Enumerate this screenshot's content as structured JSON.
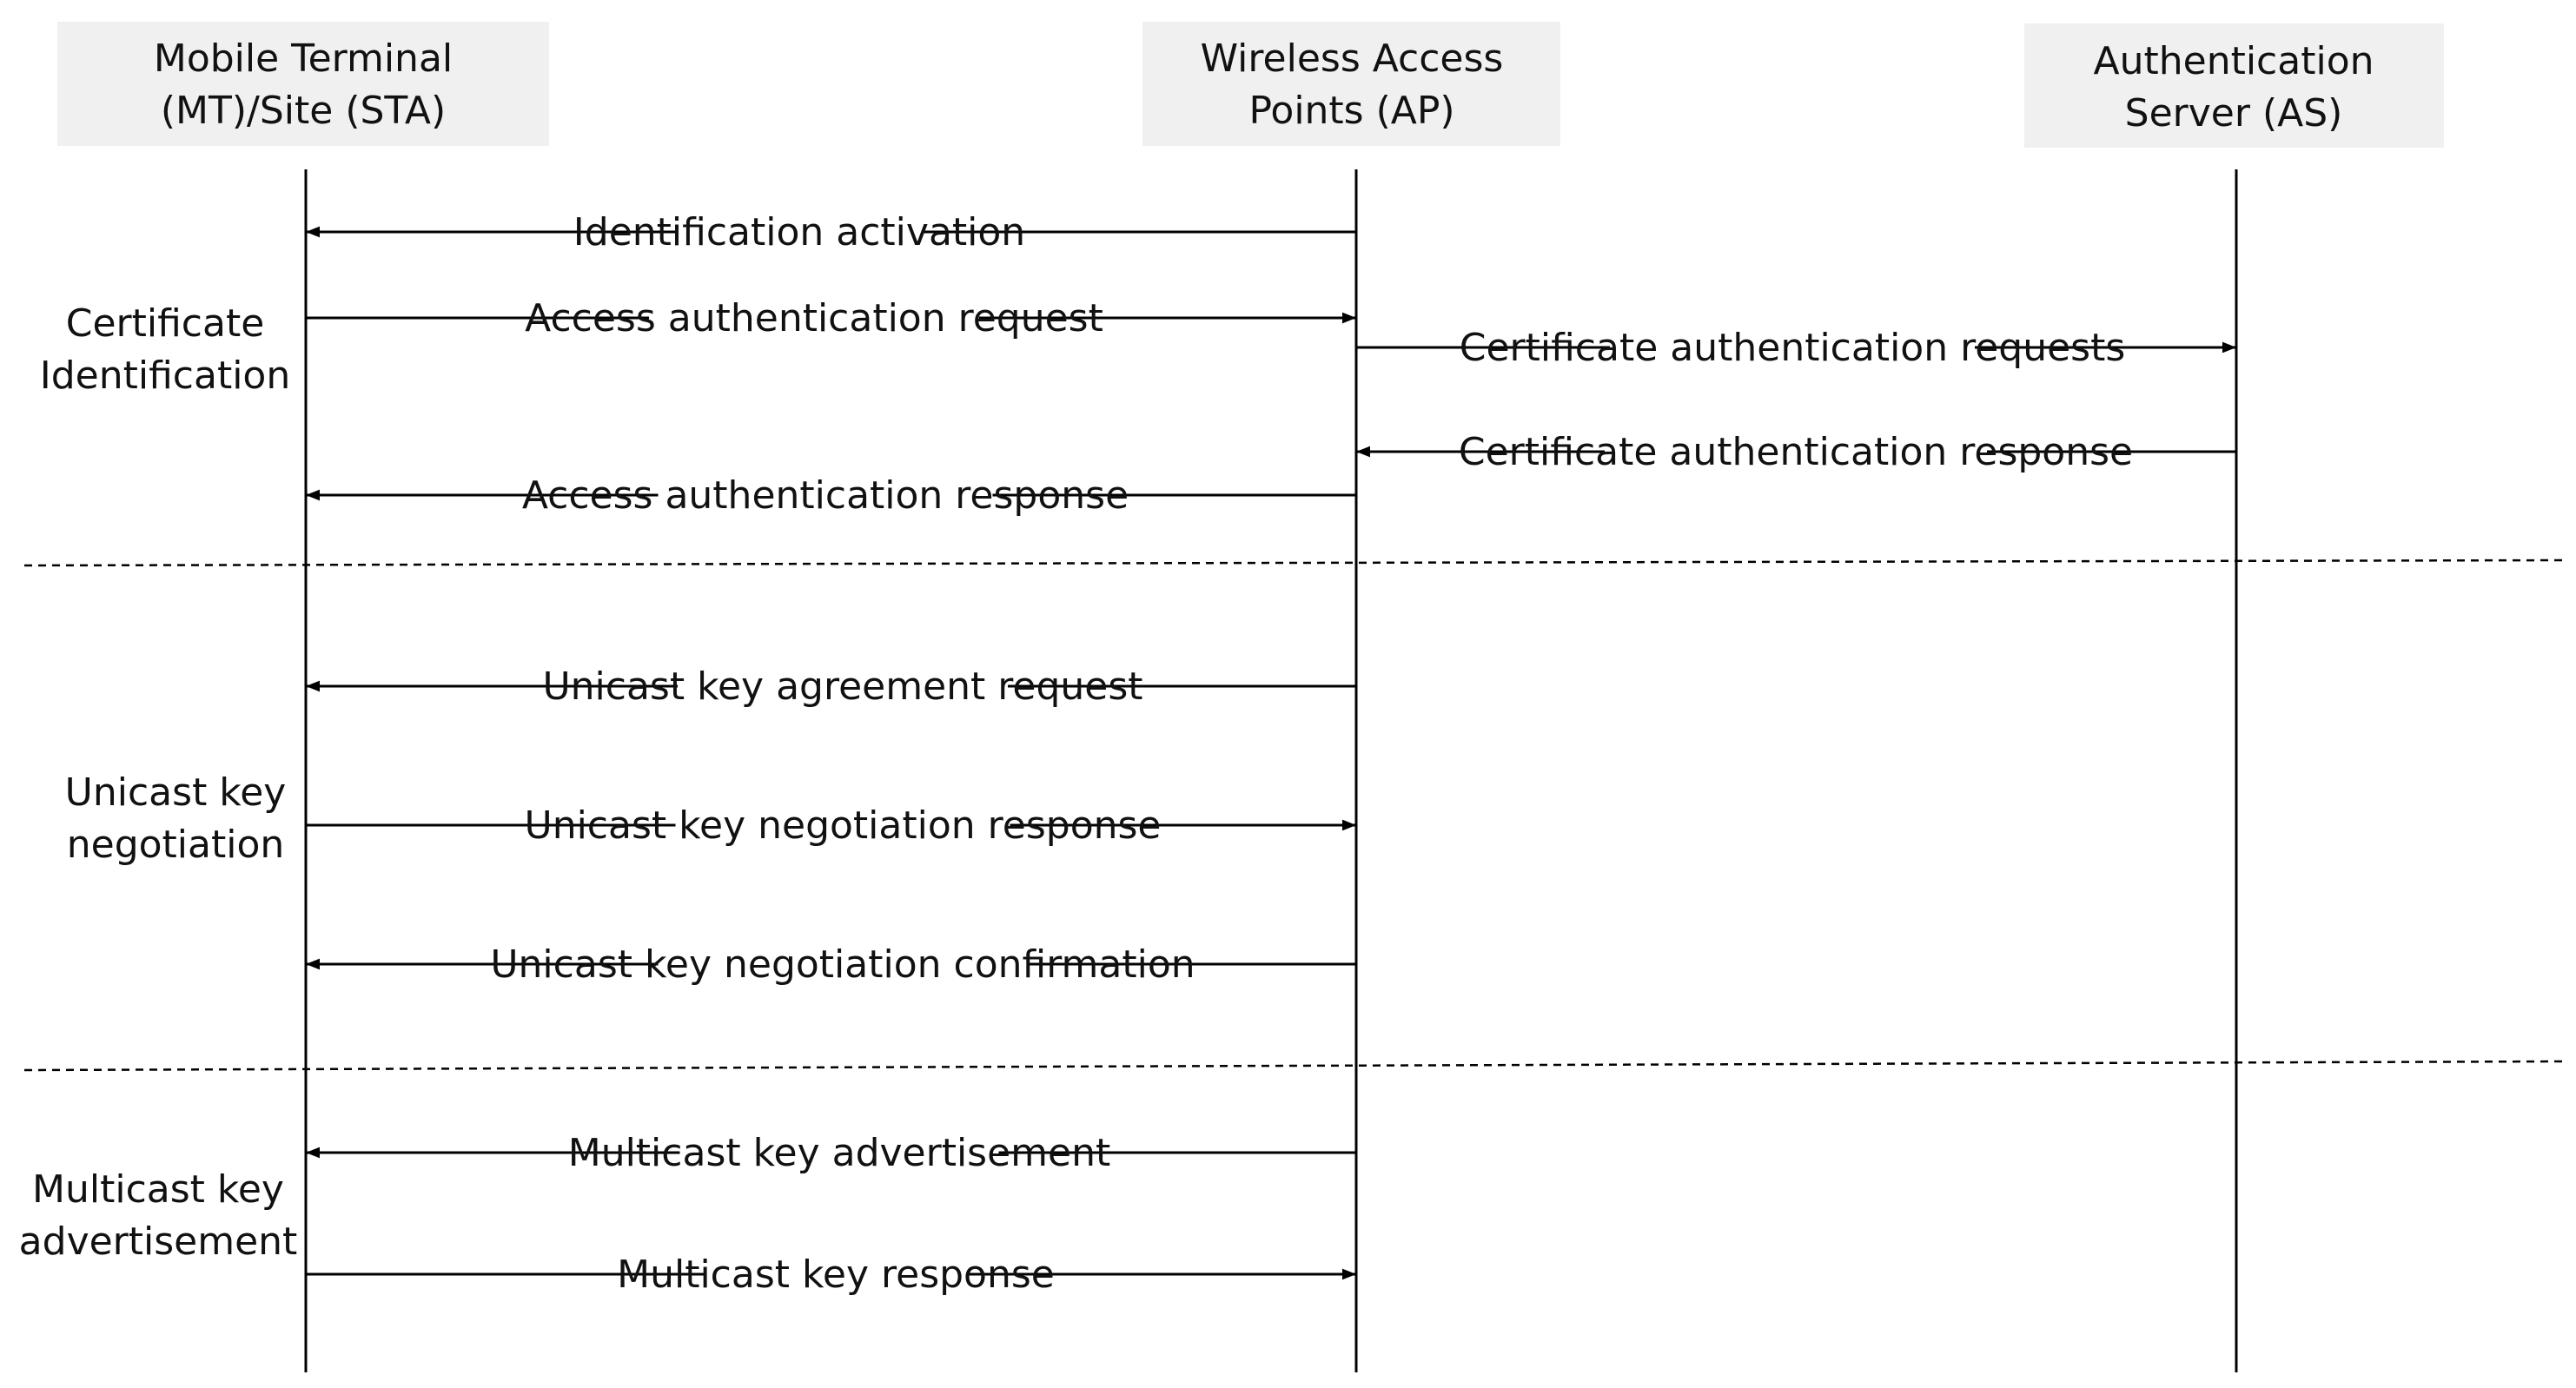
{
  "participants": [
    {
      "id": "mt",
      "lines": [
        "Mobile Terminal",
        "(MT)/Site (STA)"
      ]
    },
    {
      "id": "ap",
      "lines": [
        "Wireless Access",
        "Points (AP)"
      ]
    },
    {
      "id": "as",
      "lines": [
        "Authentication",
        "Server (AS)"
      ]
    }
  ],
  "phases": [
    {
      "id": "certificate-identification",
      "lines": [
        "Certificate",
        "Identification"
      ]
    },
    {
      "id": "unicast-key-negotiation",
      "lines": [
        "Unicast key",
        "negotiation"
      ]
    },
    {
      "id": "multicast-key-advertisement",
      "lines": [
        "Multicast key",
        "advertisement"
      ]
    }
  ],
  "messages": [
    {
      "id": "identification-activation",
      "label": "Identification activation",
      "from": "ap",
      "to": "mt"
    },
    {
      "id": "access-authentication-request",
      "label": "Access authentication request",
      "from": "mt",
      "to": "ap"
    },
    {
      "id": "certificate-authentication-requests",
      "label": "Certificate authentication requests",
      "from": "ap",
      "to": "as"
    },
    {
      "id": "certificate-authentication-response",
      "label": "Certificate authentication response",
      "from": "as",
      "to": "ap"
    },
    {
      "id": "access-authentication-response",
      "label": "Access authentication response",
      "from": "ap",
      "to": "mt"
    },
    {
      "id": "unicast-key-agreement-request",
      "label": "Unicast key agreement request",
      "from": "ap",
      "to": "mt"
    },
    {
      "id": "unicast-key-negotiation-response",
      "label": "Unicast key negotiation response",
      "from": "mt",
      "to": "ap"
    },
    {
      "id": "unicast-key-negotiation-confirmation",
      "label": "Unicast key negotiation confirmation",
      "from": "ap",
      "to": "mt"
    },
    {
      "id": "multicast-key-advertisement",
      "label": "Multicast key advertisement",
      "from": "ap",
      "to": "mt"
    },
    {
      "id": "multicast-key-response",
      "label": "Multicast key response",
      "from": "mt",
      "to": "ap"
    }
  ]
}
